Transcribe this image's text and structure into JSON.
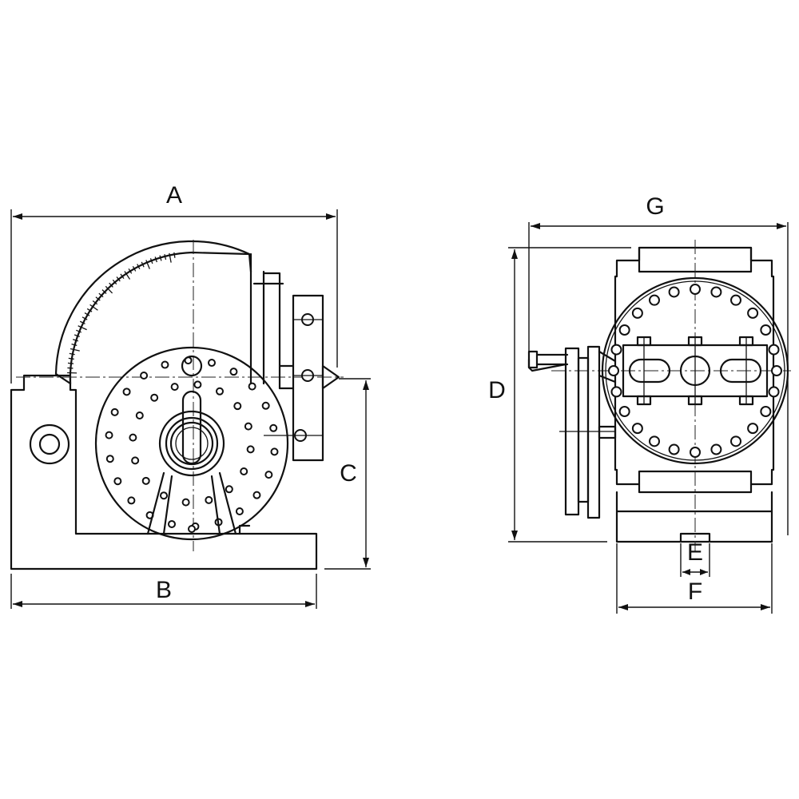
{
  "dimensions": {
    "A": "A",
    "B": "B",
    "C": "C",
    "D": "D",
    "E": "E",
    "F": "F",
    "G": "G"
  },
  "colors": {
    "line": "#111111",
    "background": "#ffffff"
  }
}
